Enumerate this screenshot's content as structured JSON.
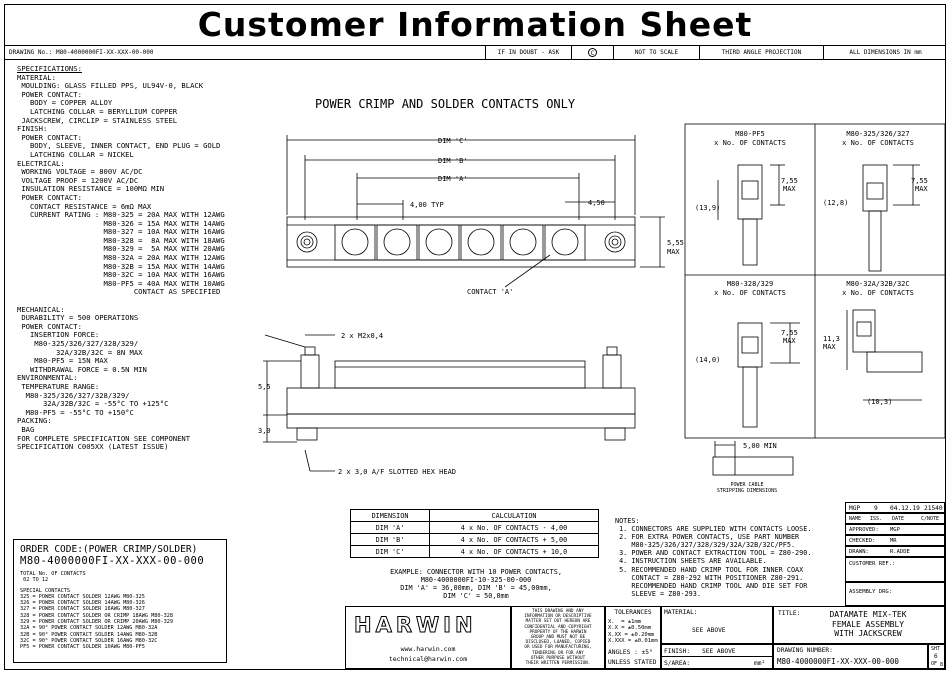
{
  "title": "Customer Information Sheet",
  "header": {
    "drawing_no": "DRAWING No.: M80-4000000FI-XX-XXX-00-000",
    "if_in_doubt": "IF IN DOUBT - ASK",
    "copyright": "C",
    "not_to_scale": "NOT TO SCALE",
    "projection": "THIRD ANGLE PROJECTION",
    "dimensions": "ALL DIMENSIONS IN mm"
  },
  "spec_heading": "SPECIFICATIONS:",
  "spec_body": "MATERIAL:\n MOULDING: GLASS FILLED PPS, UL94V-0, BLACK\n POWER CONTACT:\n   BODY = COPPER ALLOY\n   LATCHING COLLAR = BERYLLIUM COPPER\n JACKSCREW, CIRCLIP = STAINLESS STEEL\nFINISH:\n POWER CONTACT:\n   BODY, SLEEVE, INNER CONTACT, END PLUG = GOLD\n   LATCHING COLLAR = NICKEL\nELECTRICAL:\n WORKING VOLTAGE = 800V AC/DC\n VOLTAGE PROOF = 1200V AC/DC\n INSULATION RESISTANCE = 100MΩ MIN\n POWER CONTACT:\n   CONTACT RESISTANCE = 6mΩ MAX\n   CURRENT RATING : M80-325 = 20A MAX WITH 12AWG\n                    M80-326 = 15A MAX WITH 14AWG\n                    M80-327 = 10A MAX WITH 16AWG\n                    M80-328 =  8A MAX WITH 18AWG\n                    M80-329 =  5A MAX WITH 20AWG\n                    M80-32A = 20A MAX WITH 12AWG\n                    M80-32B = 15A MAX WITH 14AWG\n                    M80-32C = 10A MAX WITH 16AWG\n                    M80-PF5 = 40A MAX WITH 10AWG\n                           CONTACT AS SPECIFIED\n\nMECHANICAL:\n DURABILITY = 500 OPERATIONS\n POWER CONTACT:\n   INSERTION FORCE:\n    M80-325/326/327/328/329/\n         32A/32B/32C = 8N MAX\n    M80-PF5 = 15N MAX\n   WITHDRAWAL FORCE = 0.5N MIN\nENVIRONMENTAL:\n TEMPERATURE RANGE:\n  M80-325/326/327/328/329/\n      32A/32B/32C = -55°C TO +125°C\n  M80-PF5 = -55°C TO +150°C\nPACKING:\n BAG\nFOR COMPLETE SPECIFICATION SEE COMPONENT\nSPECIFICATION C005XX (LATEST ISSUE)",
  "drawing_heading": "POWER CRIMP AND SOLDER CONTACTS ONLY",
  "dims": {
    "dim_c": "DIM 'C'",
    "dim_b": "DIM 'B'",
    "dim_a": "DIM 'A'",
    "typ": "4,00 TYP",
    "d450": "4,50",
    "d555": "5,55",
    "max": "MAX",
    "contact_a": "CONTACT 'A'",
    "screw": "2 x M2x0,4",
    "h55": "5,5",
    "h30": "3,0",
    "hex": "2 x 3,0 A/F SLOTTED HEX HEAD"
  },
  "details": {
    "pf5": {
      "title": "M80-PF5",
      "sub": "x No. OF CONTACTS",
      "h": "7,55",
      "max": "MAX",
      "w": "(13,9)"
    },
    "d325": {
      "title": "M80-325/326/327",
      "sub": "x No. OF CONTACTS",
      "h": "7,55",
      "max": "MAX",
      "w": "(12,8)"
    },
    "d328": {
      "title": "M80-328/329",
      "sub": "x No. OF CONTACTS",
      "h": "7,55",
      "max": "MAX",
      "w": "(14,0)"
    },
    "d32a": {
      "title": "M80-32A/32B/32C",
      "sub": "x No. OF CONTACTS",
      "h": "11,3",
      "max": "MAX",
      "w": "(10,3)"
    }
  },
  "strip": {
    "dim": "5,00 MIN",
    "label1": "POWER CABLE",
    "label2": "STRIPPING DIMENSIONS"
  },
  "calc": {
    "headers": [
      "DIMENSION",
      "CALCULATION"
    ],
    "rows": [
      [
        "DIM 'A'",
        "4 x No. OF CONTACTS - 4,00"
      ],
      [
        "DIM 'B'",
        "4 x No. OF CONTACTS + 5,00"
      ],
      [
        "DIM 'C'",
        "4 x No. OF CONTACTS + 10,0"
      ]
    ],
    "example": "EXAMPLE: CONNECTOR WITH 10 POWER CONTACTS,\nM80-4000000FI-10-325-00-000\nDIM 'A' = 36,00mm, DIM 'B' = 45,00mm,\nDIM 'C' = 50,0mm"
  },
  "notes": "NOTES:\n 1. CONNECTORS ARE SUPPLIED WITH CONTACTS LOOSE.\n 2. FOR EXTRA POWER CONTACTS, USE PART NUMBER\n    M80-325/326/327/328/329/32A/32B/32C/PF5.\n 3. POWER AND CONTACT EXTRACTION TOOL = Z80-290.\n 4. INSTRUCTION SHEETS ARE AVAILABLE.\n 5. RECOMMENDED HAND CRIMP TOOL FOR INNER COAX\n    CONTACT = Z80-292 WITH POSITIONER Z80-291.\n    RECOMMENDED HAND CRIMP TOOL AND DIE SET FOR\n    SLEEVE = Z80-293.",
  "order": {
    "title": "ORDER CODE:(POWER CRIMP/SOLDER)",
    "code": "M80-4000000FI-XX-XXX-00-000",
    "total": "TOTAL No. OF CONTACTS\n 02 TO 12",
    "special": "SPECIAL CONTACTS\n325 = POWER CONTACT SOLDER 12AWG M80-325\n326 = POWER CONTACT SOLDER 14AWG M80-326\n327 = POWER CONTACT SOLDER 16AWG M80-327\n328 = POWER CONTACT SOLDER OR CRIMP 18AWG M80-328\n329 = POWER CONTACT SOLDER OR CRIMP 20AWG M80-329\n32A = 90° POWER CONTACT SOLDER 12AWG M80-32A\n32B = 90° POWER CONTACT SOLDER 14AWG M80-32B\n32C = 90° POWER CONTACT SOLDER 16AWG M80-32C\nPF5 = POWER CONTACT SOLDER 10AWG M80-PF5"
  },
  "titleblock": {
    "logo": "HARWIN",
    "www": "www.harwin.com",
    "email": "technical@harwin.com",
    "legal": "THIS DRAWING AND ANY\nINFORMATION OR DESCRIPTIVE\nMATTER SET OUT HEREON ARE\nCONFIDENTIAL AND COPYRIGHT\nPROPERTY OF THE HARWIN\nGROUP AND MUST NOT BE\nDISCLOSED, LOANED, COPIED\nOR USED FOR MANUFACTURING,\nTENDERING OR FOR ANY\nOTHER PURPOSE WITHOUT\nTHEIR WRITTEN PERMISSION.",
    "tol_title": "TOLERANCES",
    "tol": "X.  = ±1mm\nX.X = ±0.50mm\nX.XX = ±0.20mm\nX.XXX = ±0.01mm",
    "angles": "ANGLES : ±5°",
    "unless": "UNLESS STATED",
    "material_label": "MATERIAL:",
    "material": "SEE ABOVE",
    "finish_label": "FINISH:",
    "finish": "SEE ABOVE",
    "sarea_label": "S/AREA:",
    "sarea": "mm²",
    "title_label": "TITLE:",
    "title": "DATAMATE MIX-TEK\nFEMALE ASSEMBLY\nWITH JACKSCREW",
    "dwg_label": "DRAWING NUMBER:",
    "dwg": "M80-4000000FI-XX-XXX-00-000",
    "sht_label": "SHT",
    "sht": "6",
    "of": "OF",
    "of_n": "8",
    "rev": [
      "MGP",
      "9",
      "04.12.19",
      "21540"
    ],
    "rev_head": [
      "NAME",
      "ISS.",
      "DATE",
      "C/NOTE"
    ],
    "approved_label": "APPROVED:",
    "approved": "MGP",
    "checked_label": "CHECKED:",
    "checked": "MR",
    "drawn_label": "DRAWN:",
    "drawn": "R.ADDE",
    "customer_ref": "CUSTOMER REF.:",
    "assembly": "ASSEMBLY DRG:"
  }
}
